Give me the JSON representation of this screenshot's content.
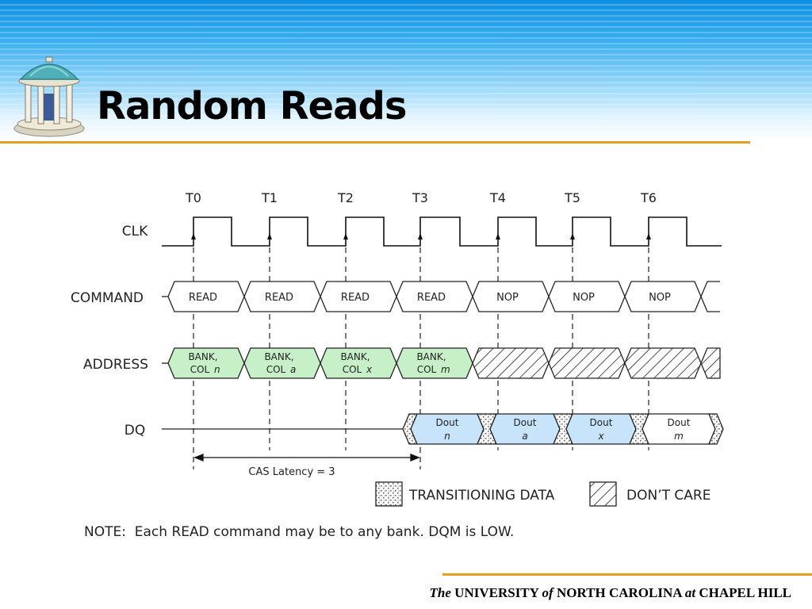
{
  "slide": {
    "title": "Random Reads",
    "footer": {
      "the": "The",
      "university": "UNIVERSITY",
      "of": "of",
      "state": "NORTH CAROLINA",
      "at": "at",
      "campus": "CHAPEL HILL"
    }
  },
  "diagram": {
    "clock_ticks": [
      "T0",
      "T1",
      "T2",
      "T3",
      "T4",
      "T5",
      "T6"
    ],
    "signals": {
      "clk": "CLK",
      "command": "COMMAND",
      "address": "ADDRESS",
      "dq": "DQ"
    },
    "commands": [
      "READ",
      "READ",
      "READ",
      "READ",
      "NOP",
      "NOP",
      "NOP"
    ],
    "addresses": [
      {
        "line1": "BANK,",
        "line2": "COL",
        "var": "n"
      },
      {
        "line1": "BANK,",
        "line2": "COL",
        "var": "a"
      },
      {
        "line1": "BANK,",
        "line2": "COL",
        "var": "x"
      },
      {
        "line1": "BANK,",
        "line2": "COL",
        "var": "m"
      }
    ],
    "dq_outputs": [
      {
        "label": "Dout",
        "var": "n"
      },
      {
        "label": "Dout",
        "var": "a"
      },
      {
        "label": "Dout",
        "var": "x"
      },
      {
        "label": "Dout",
        "var": "m"
      }
    ],
    "cas_latency": "CAS Latency = 3",
    "legend": {
      "transitioning": "TRANSITIONING DATA",
      "dont_care": "DON’T CARE"
    },
    "note": "NOTE:  Each READ command may be to any bank. DQM is LOW.",
    "colors": {
      "address_fill": "#c8f0c8",
      "dq_fill": "#c8e4fa",
      "accent_rule": "#e6a020"
    }
  }
}
